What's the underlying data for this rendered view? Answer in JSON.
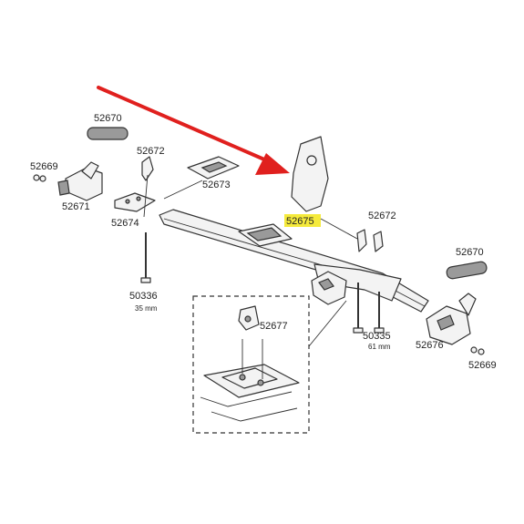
{
  "colors": {
    "arrow": "#e0201e",
    "highlight": "#f5ea3c",
    "outline": "#333333"
  },
  "labels": {
    "p52670_left": "52670",
    "p52669_left": "52669",
    "p52671": "52671",
    "p52672_left": "52672",
    "p52673": "52673",
    "p52674": "52674",
    "p50336": "50336",
    "p50336_len": "35 mm",
    "p52675": "52675",
    "p52672_right": "52672",
    "p52677": "52677",
    "p50335": "50335",
    "p50335_len": "61 mm",
    "p52670_right": "52670",
    "p52676": "52676",
    "p52669_right": "52669"
  }
}
